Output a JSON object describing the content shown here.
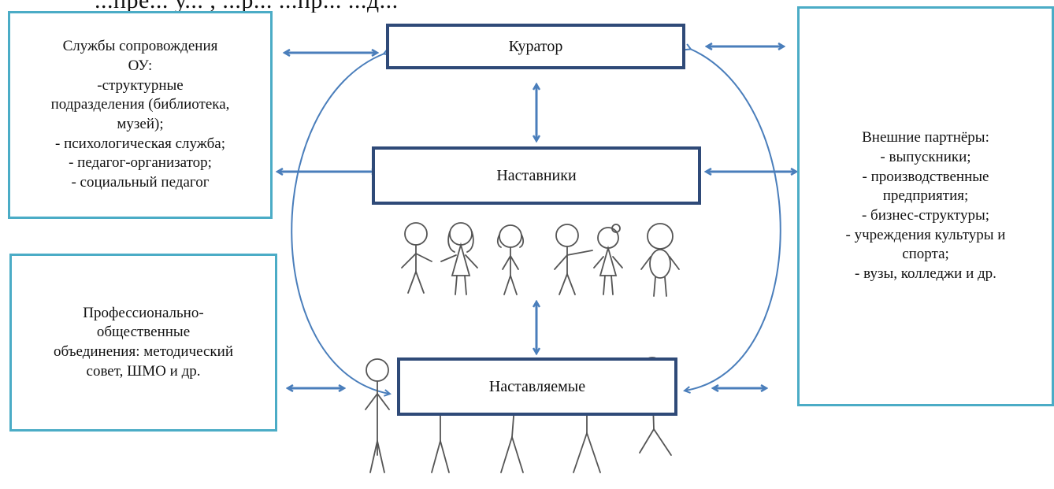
{
  "diagram": {
    "top_cut_text": "...пре... у... , ...р... ...пр... ...д...",
    "nodes": {
      "curator": "Куратор",
      "mentors": "Наставники",
      "mentees": "Наставляемые"
    },
    "left_top_box": "Службы сопровождения\nОУ:\n-структурные\nподразделения (библиотека,\nмузей);\n- психологическая служба;\n- педагог-организатор;\n- социальный педагог",
    "left_bottom_box": "Профессионально-\nобщественные\nобъединения: методический\nсовет, ШМО и др.",
    "right_box": "Внешние партнёры:\n- выпускники;\n- производственные\nпредприятия;\n- бизнес-структуры;\n- учреждения культуры и\nспорта;\n- вузы, колледжи и др.",
    "colors": {
      "arrow": "#4a7ebb",
      "side_border": "#4bacc6",
      "role_border": "#2f4a78"
    },
    "illustrations": [
      "stick-figure-group-mentors",
      "stick-figure-group-mentees"
    ]
  }
}
